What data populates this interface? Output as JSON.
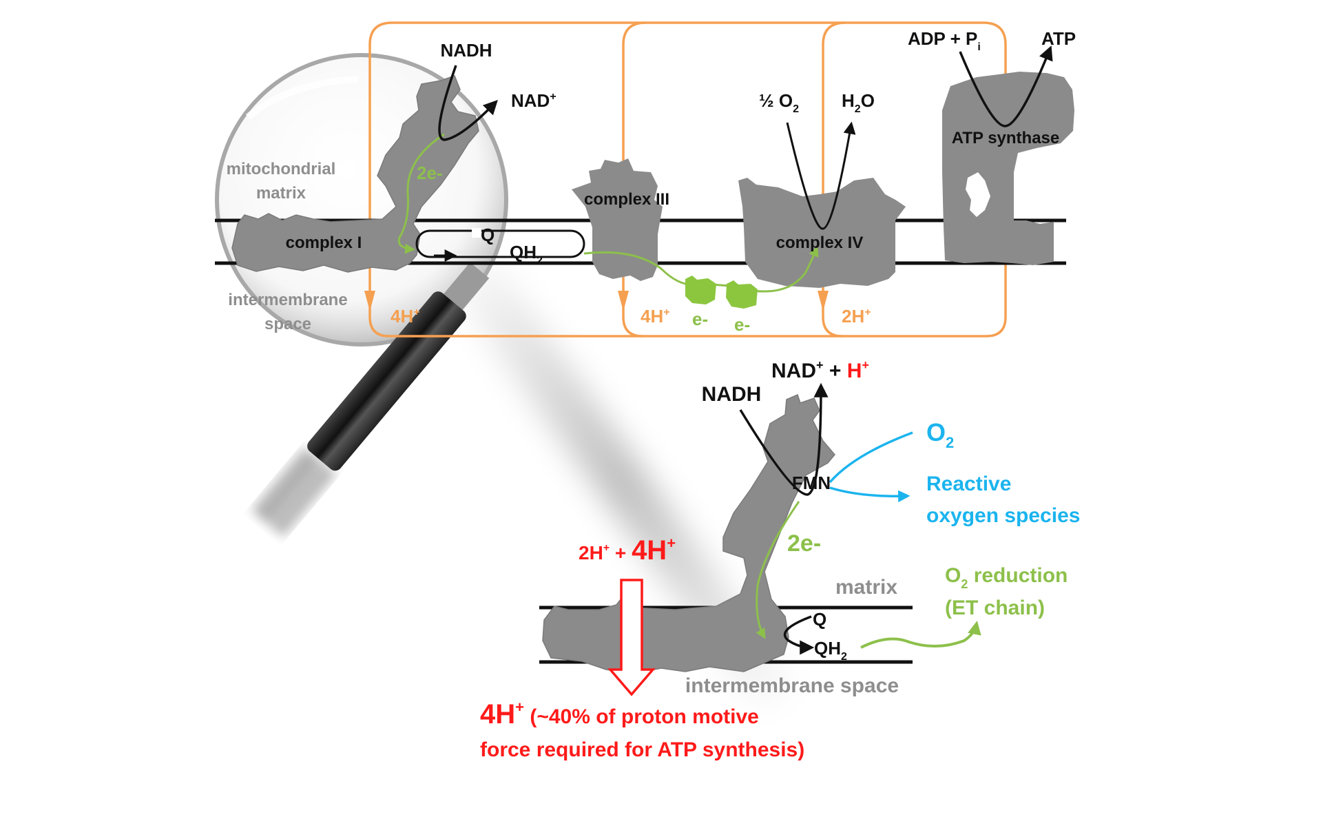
{
  "colors": {
    "orange": "#f5a051",
    "green": "#8dc04b",
    "cyan": "#1bb4ee",
    "red": "#ff1a1a",
    "protein": "#8b8b8b",
    "gray_text": "#8e8e8e",
    "black": "#111111"
  },
  "top_panel": {
    "region_labels": {
      "matrix_line1": "mitochondrial",
      "matrix_line2": "matrix",
      "ims_line1": "intermembrane",
      "ims_line2": "space"
    },
    "complex1": {
      "label": "complex I",
      "nadh": "NADH",
      "nad_plus": "NAD",
      "nad_plus_sup": "+",
      "electrons": "2e-",
      "protons": "4H",
      "protons_sup": "+"
    },
    "quinone": {
      "q": "Q",
      "qh2": "QH",
      "qh2_sub": "2"
    },
    "complex3": {
      "label": "complex III",
      "protons": "4H",
      "protons_sup": "+"
    },
    "cytochrome_c": {
      "e1": "e-",
      "e2": "e-"
    },
    "complex4": {
      "label": "complex IV",
      "o2_prefix": "½ O",
      "o2_sub": "2",
      "h2o_h": "H",
      "h2o_sub": "2",
      "h2o_o": "O",
      "protons": "2H",
      "protons_sup": "+"
    },
    "atp_synthase": {
      "label": "ATP synthase",
      "adp": "ADP + P",
      "adp_sub": "i",
      "atp": "ATP"
    }
  },
  "zoom_panel": {
    "nadh": "NADH",
    "nad_plus": "NAD",
    "nad_plus_sup": "+",
    "plus": " + ",
    "h_plus": "H",
    "h_plus_sup": "+",
    "fmn": "FMN",
    "o2": "O",
    "o2_sub": "2",
    "ros_line1": "Reactive",
    "ros_line2": "oxygen species",
    "electrons": "2e-",
    "matrix": "matrix",
    "ims": "intermembrane space",
    "q": "Q",
    "qh2": "QH",
    "qh2_sub": "2",
    "o2_reduction_prefix": "O",
    "o2_reduction_sub": "2",
    "o2_reduction_suffix": " reduction",
    "et_chain": "(ET chain)",
    "protons_small": "2H",
    "protons_small_sup": "+",
    "protons_plus": " + ",
    "protons_big": "4H",
    "protons_big_sup": "+",
    "result_big": "4H",
    "result_big_sup": "+",
    "result_line1": " (~40% of proton motive",
    "result_line2": "force required for ATP synthesis)"
  }
}
